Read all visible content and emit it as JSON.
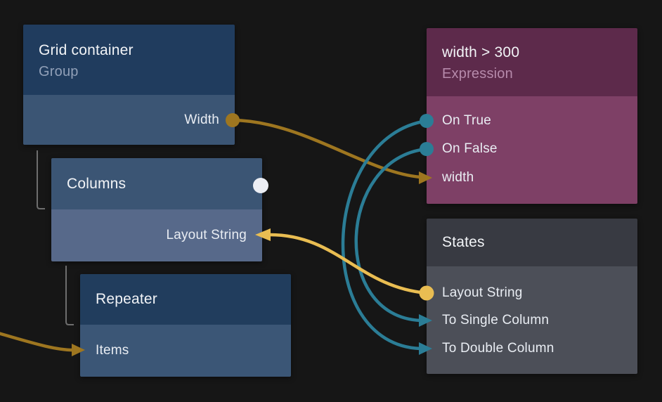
{
  "app": {
    "description": "Visual programming node graph canvas"
  },
  "colors": {
    "background": "#161616",
    "grid_header": "#203c5e",
    "grid_body": "#3b5574",
    "columns_header": "#3b5574",
    "columns_body": "#57698a",
    "repeater_header": "#213d5d",
    "repeater_body": "#3b5676",
    "expression_header": "#5d2a4b",
    "expression_body": "#7e4066",
    "states_header": "#383a42",
    "states_body": "#4c4f58",
    "wire_ochre": "#9e7620",
    "wire_yellow": "#e9bd52",
    "wire_teal": "#2b7d96",
    "white_dot": "#eceef4",
    "tree_line": "#6e6e6e"
  },
  "nodes": {
    "grid_container": {
      "title": "Grid container",
      "subtitle": "Group",
      "ports": {
        "width": {
          "label": "Width",
          "direction": "output",
          "connector": "ochre-dot"
        }
      }
    },
    "columns": {
      "title": "Columns",
      "header_connector": "white-dot",
      "ports": {
        "layout_string": {
          "label": "Layout String",
          "direction": "input",
          "connector": "yellow-arrow"
        }
      }
    },
    "repeater": {
      "title": "Repeater",
      "ports": {
        "items": {
          "label": "Items",
          "direction": "input",
          "connector": "ochre-arrow"
        }
      }
    },
    "expression": {
      "title": "width > 300",
      "subtitle": "Expression",
      "ports": {
        "on_true": {
          "label": "On True",
          "direction": "output",
          "connector": "teal-dot"
        },
        "on_false": {
          "label": "On False",
          "direction": "output",
          "connector": "teal-dot"
        },
        "width": {
          "label": "width",
          "direction": "input",
          "connector": "ochre-arrow"
        }
      }
    },
    "states": {
      "title": "States",
      "ports": {
        "layout_string": {
          "label": "Layout String",
          "direction": "output",
          "connector": "yellow-dot"
        },
        "to_single_column": {
          "label": "To Single Column",
          "direction": "input",
          "connector": "teal-arrow"
        },
        "to_double_column": {
          "label": "To Double Column",
          "direction": "input",
          "connector": "teal-arrow"
        }
      }
    }
  },
  "connections": [
    {
      "from": "Grid container / Width",
      "to": "width > 300 / width",
      "color": "#9e7620"
    },
    {
      "from": "width > 300 / On True",
      "to": "States / To Double Column",
      "color": "#2b7d96"
    },
    {
      "from": "width > 300 / On False",
      "to": "States / To Single Column",
      "color": "#2b7d96"
    },
    {
      "from": "States / Layout String",
      "to": "Columns / Layout String",
      "color": "#e9bd52"
    },
    {
      "from": "offscreen-left",
      "to": "Repeater / Items",
      "color": "#9e7620"
    }
  ],
  "hierarchy": [
    {
      "parent": "Grid container",
      "child": "Columns"
    },
    {
      "parent": "Columns",
      "child": "Repeater"
    }
  ]
}
